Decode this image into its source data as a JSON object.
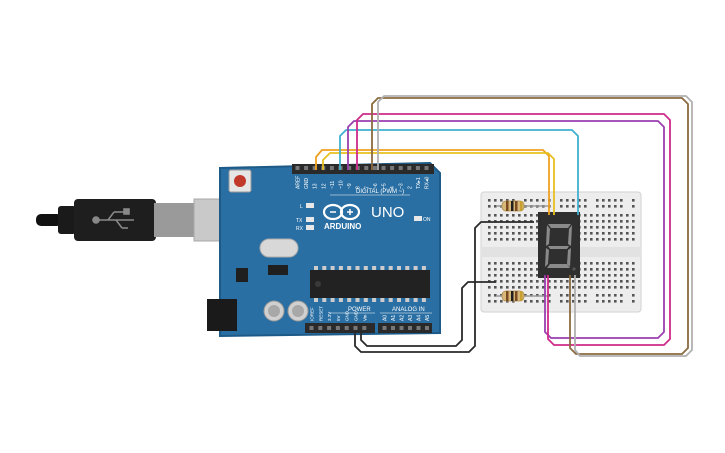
{
  "board": {
    "brand": "ARDUINO",
    "model": "UNO",
    "digital_label": "DIGITAL (PWM ~)",
    "power_label": "POWER",
    "analog_label": "ANALOG IN",
    "on_label": "ON",
    "led_l": "L",
    "led_tx": "TX",
    "led_rx": "RX",
    "digital_pins": [
      "AREF",
      "GND",
      "13",
      "12",
      "~11",
      "~10",
      "~9",
      "8",
      "7",
      "~6",
      "~5",
      "4",
      "~3",
      "2",
      "TX▸1",
      "RX◂0"
    ],
    "power_pins": [
      "IOREF",
      "RESET",
      "3.3V",
      "5V",
      "GND",
      "GND",
      "Vin"
    ],
    "analog_pins": [
      "A0",
      "A1",
      "A2",
      "A3",
      "A4",
      "A5"
    ]
  },
  "display": {
    "digit": "8"
  },
  "colors": {
    "board": "#2a6fa3",
    "board_edge": "#1d5a87",
    "breadboard": "#ededed",
    "wire_orange": "#f0a020",
    "wire_yellow": "#e8c020",
    "wire_cyan": "#3fb0d0",
    "wire_purple": "#9a3fb0",
    "wire_magenta": "#d02a8a",
    "wire_brown": "#8a6a40",
    "wire_gray": "#b0b0b0",
    "wire_black": "#2a2a2a"
  }
}
